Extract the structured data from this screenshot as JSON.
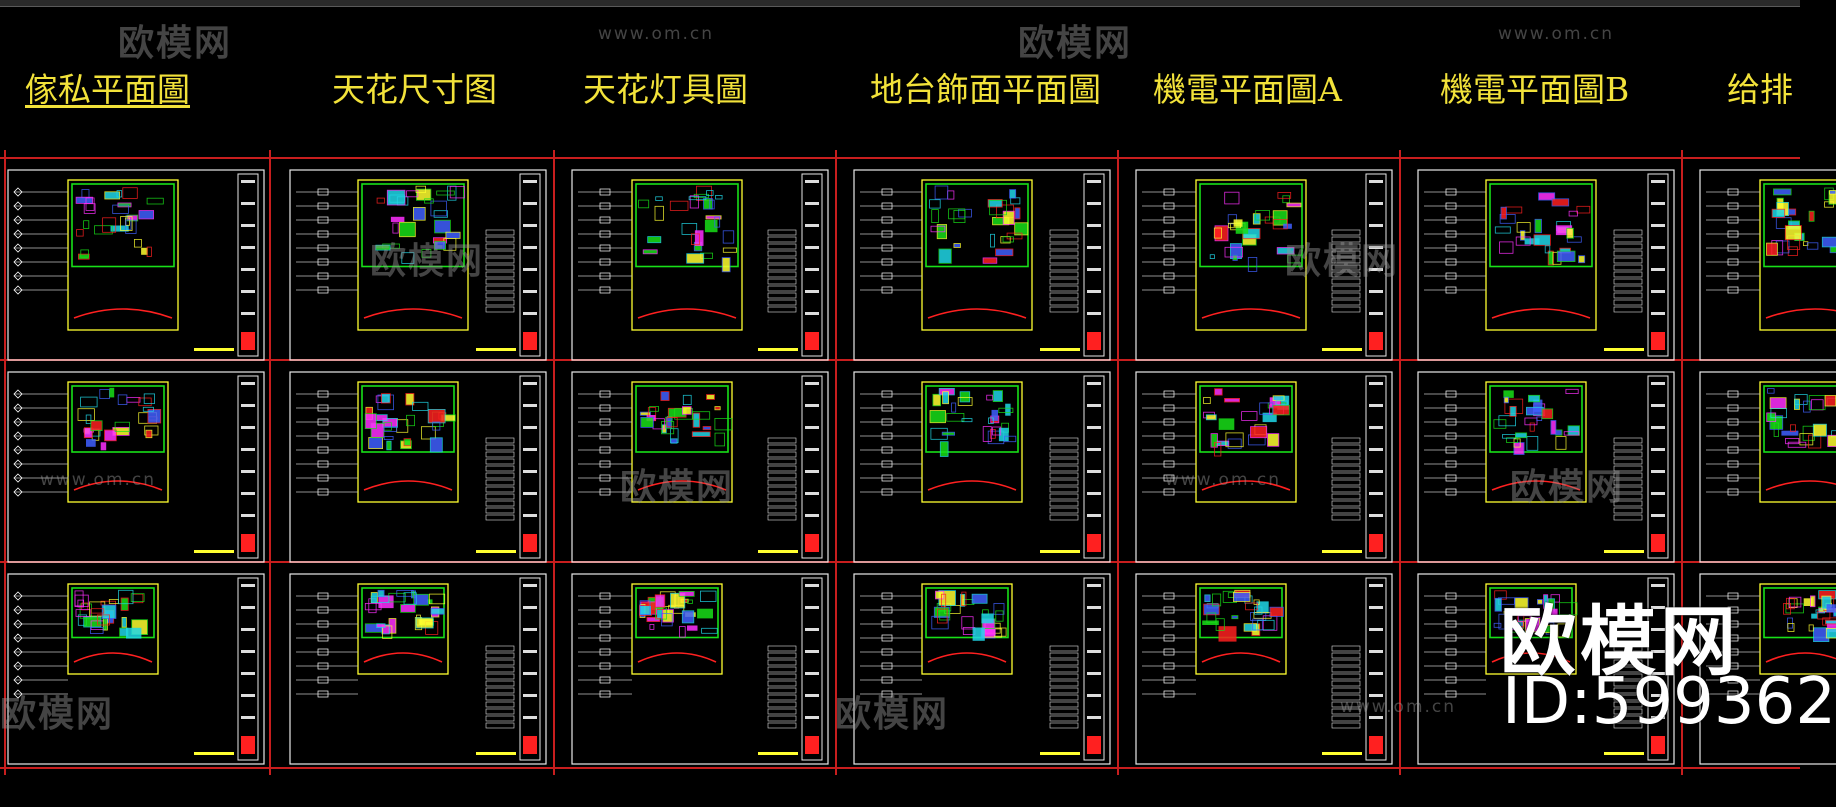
{
  "sheet_titles": [
    "傢私平面圖",
    "天花尺寸图",
    "天花灯具圖",
    "地台飾面平面圖",
    "機電平面圖A",
    "機電平面圖B",
    "给排"
  ],
  "watermark": {
    "logo_text": "欧模网",
    "url_text": "www.om.cn"
  },
  "brand": {
    "logo_text": "欧模网",
    "id_text": "ID:599362"
  },
  "colors": {
    "background": "#000000",
    "title_yellow": "#f2e23a",
    "grid_red": "#c81e1e",
    "frame_white": "#e8e8e8",
    "cad_green": "#18e018",
    "cad_cyan": "#20d8e8",
    "cad_red": "#ff2020",
    "cad_magenta": "#ff30ff",
    "cad_blue": "#4060ff",
    "cad_yellow": "#ffff30"
  }
}
